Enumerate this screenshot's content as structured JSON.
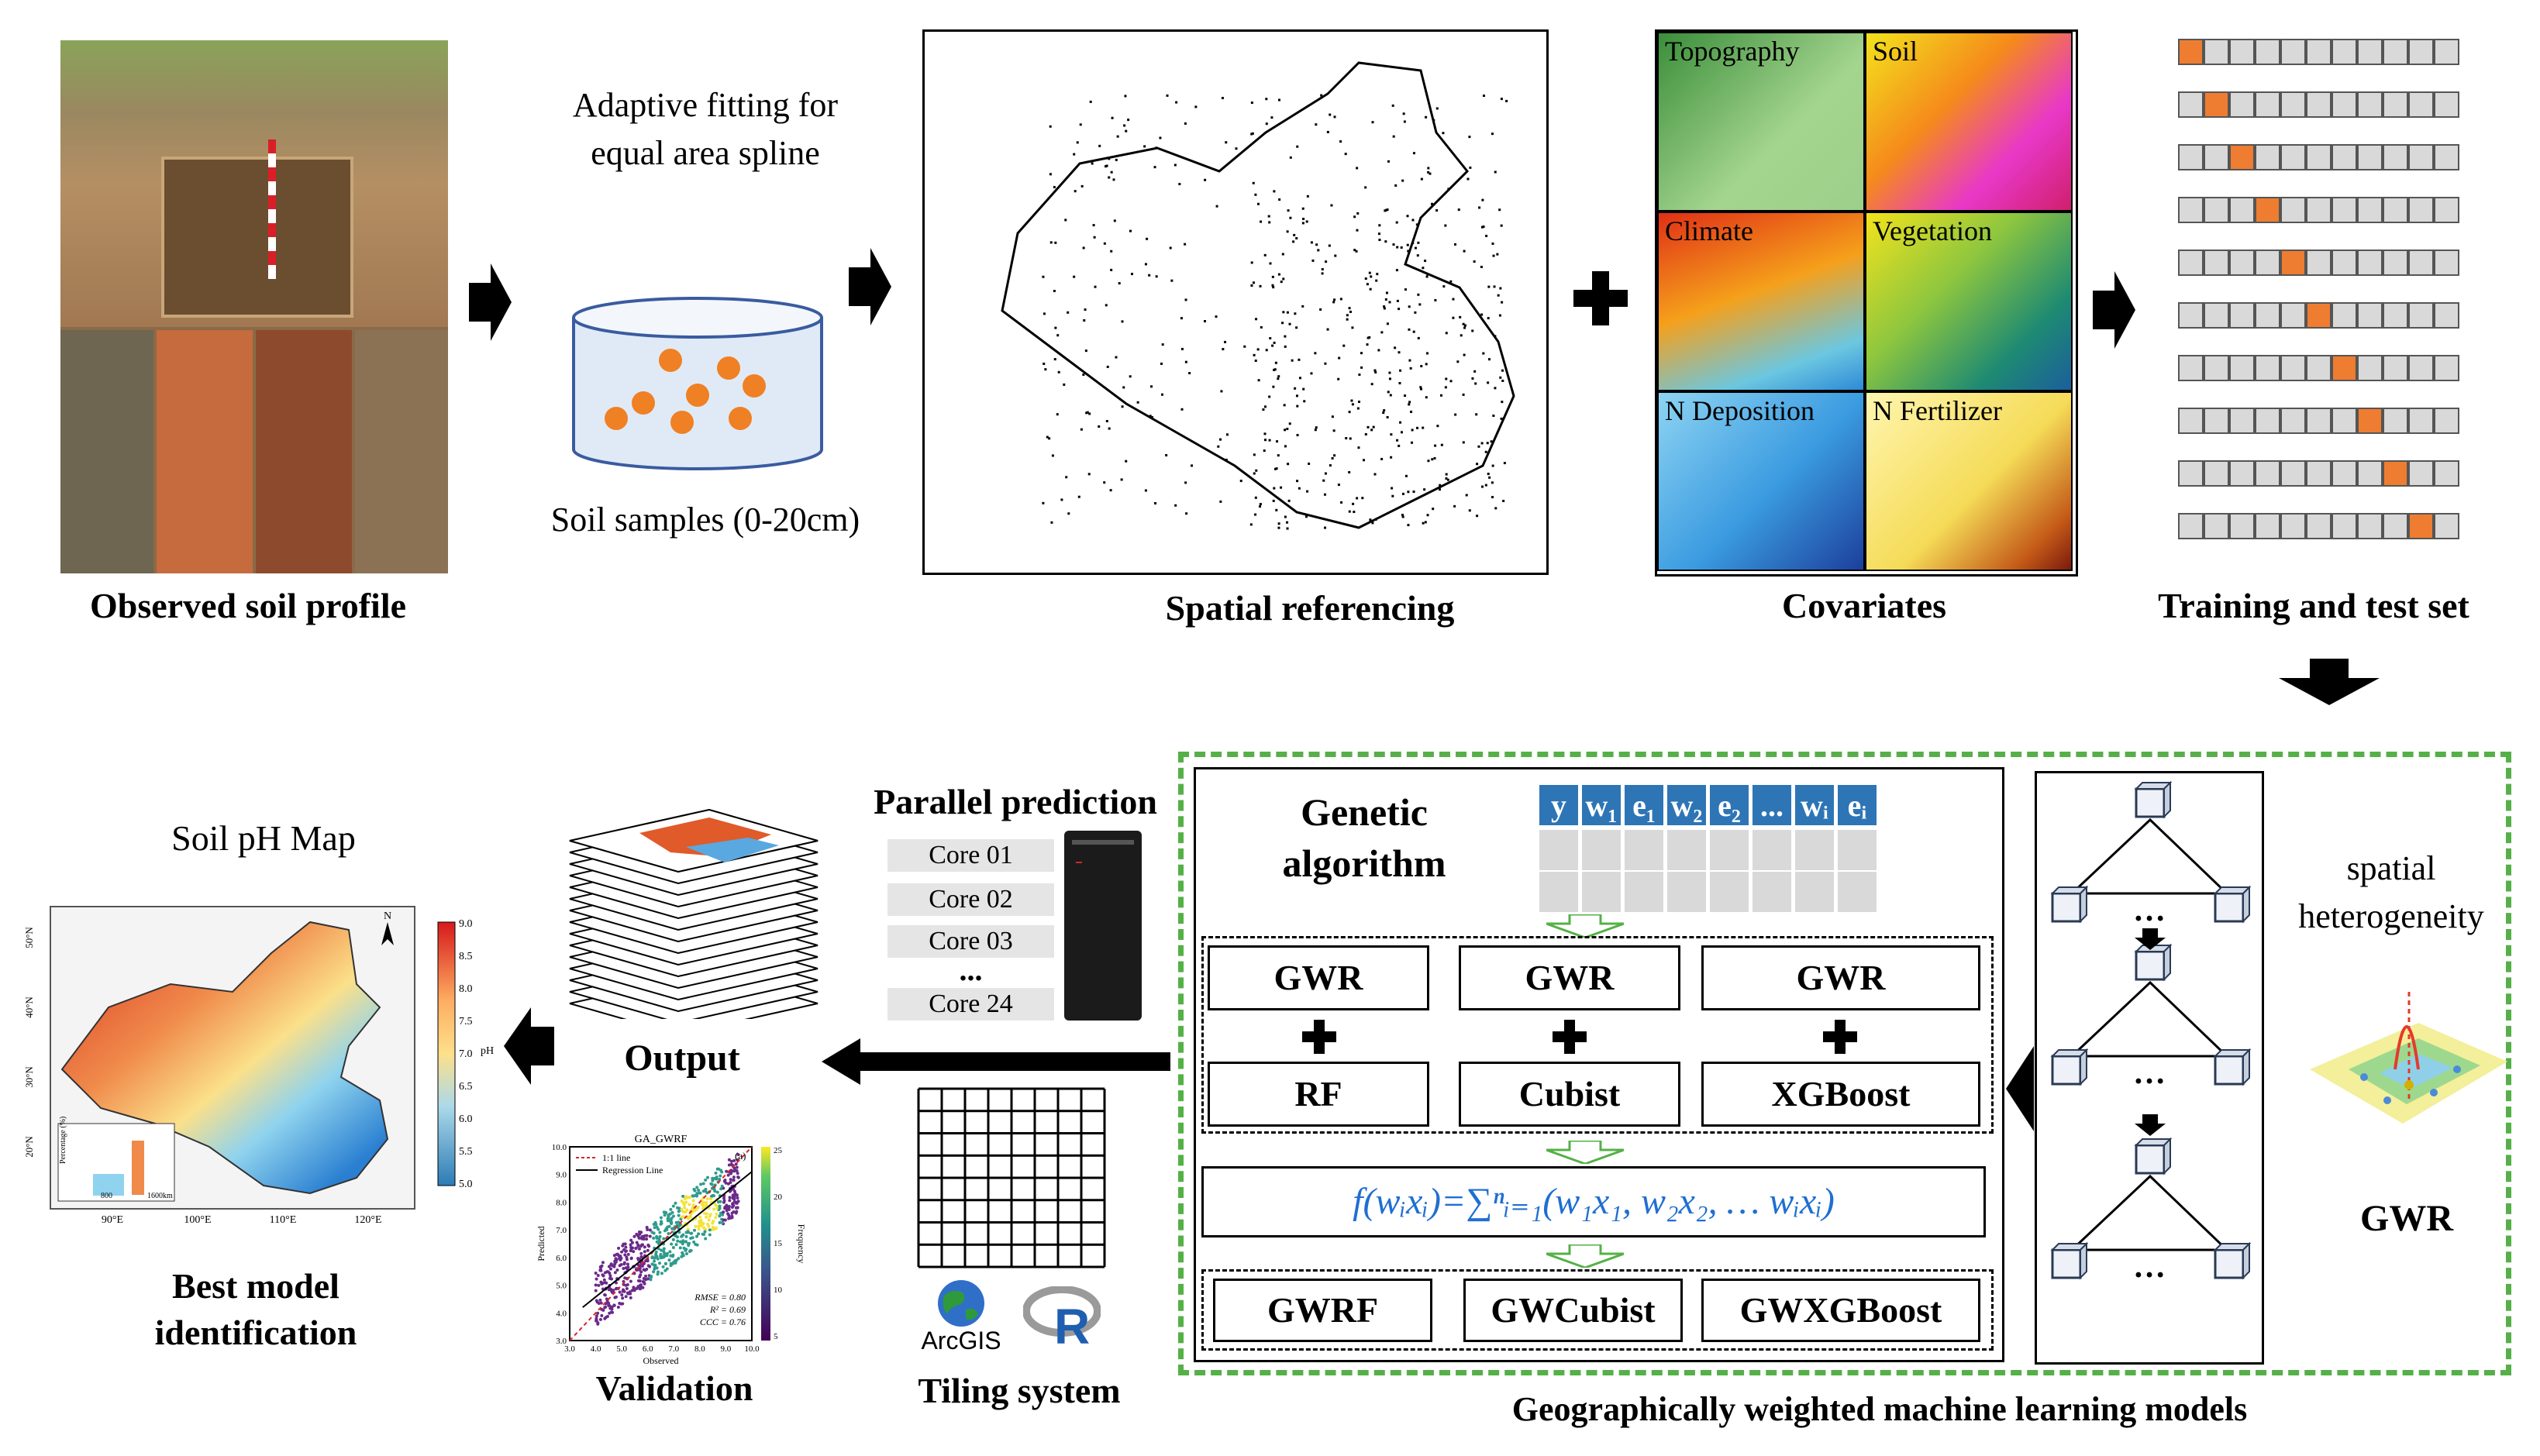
{
  "stages": {
    "soil_profile": "Observed soil profile",
    "spline": "Adaptive fitting for equal area spline",
    "samples": "Soil samples (0-20cm)",
    "spatial": "Spatial referencing",
    "covariates": "Covariates",
    "training": "Training and test set"
  },
  "covariate_maps": [
    "Topography",
    "Soil",
    "Climate",
    "Vegetation",
    "N Deposition",
    "N Fertilizer"
  ],
  "gwml": {
    "title": "Geographically weighted machine learning models",
    "genetic": "Genetic algorithm",
    "table_header": [
      "y",
      "w₁",
      "e₁",
      "w₂",
      "e₂",
      "...",
      "wᵢ",
      "eᵢ"
    ],
    "row1": [
      "GWR",
      "GWR",
      "GWR"
    ],
    "row2": [
      "RF",
      "Cubist",
      "XGBoost"
    ],
    "formula": "f(wᵢxᵢ)=∑ⁿᵢ₌₁(w₁x₁, w₂x₂, … wᵢxᵢ)",
    "row3": [
      "GWRF",
      "GWCubist",
      "GWXGBoost"
    ],
    "spatial_het": "spatial heterogeneity",
    "gwr": "GWR"
  },
  "parallel": {
    "title": "Parallel prediction",
    "cores": [
      "Core 01",
      "Core 02",
      "Core 03",
      "...",
      "Core 24"
    ]
  },
  "output": "Output",
  "tiling": {
    "label": "Tiling system",
    "arcgis": "ArcGIS",
    "r": "R"
  },
  "validation": {
    "label": "Validation",
    "plot_title": "GA_GWRF",
    "panel": "(a)",
    "legend": [
      "1:1 line",
      "Regression Line"
    ],
    "xlabel": "Observed",
    "ylabel": "Predicted",
    "cbar_label": "Frequency",
    "stats": [
      "RMSE = 0.80",
      "R² = 0.69",
      "CCC = 0.76"
    ],
    "xticks": [
      "3.0",
      "4.0",
      "5.0",
      "6.0",
      "7.0",
      "8.0",
      "9.0",
      "10.0"
    ],
    "yticks": [
      "3.0",
      "4.0",
      "5.0",
      "6.0",
      "7.0",
      "8.0",
      "9.0",
      "10.0"
    ],
    "cbar_ticks": [
      "25",
      "20",
      "15",
      "10",
      "5"
    ]
  },
  "ph_map": {
    "title": "Soil pH Map",
    "label": "Best model identification",
    "legend_title": "pH",
    "legend_ticks": [
      "9.0",
      "8.5",
      "8.0",
      "7.5",
      "7.0",
      "6.5",
      "6.0",
      "5.5",
      "5.0"
    ],
    "lon": [
      "90°E",
      "100°E",
      "110°E",
      "120°E"
    ],
    "lat": [
      "50°N",
      "40°N",
      "30°N",
      "20°N"
    ],
    "inset_label": "Percentage (%)",
    "scale": [
      "800",
      "1600km"
    ],
    "north": "N"
  },
  "colors": {
    "orange": "#ee7d31",
    "green_dash": "#55b047",
    "blue_text": "#1f6fd1",
    "table_blue": "#2e75b6"
  }
}
